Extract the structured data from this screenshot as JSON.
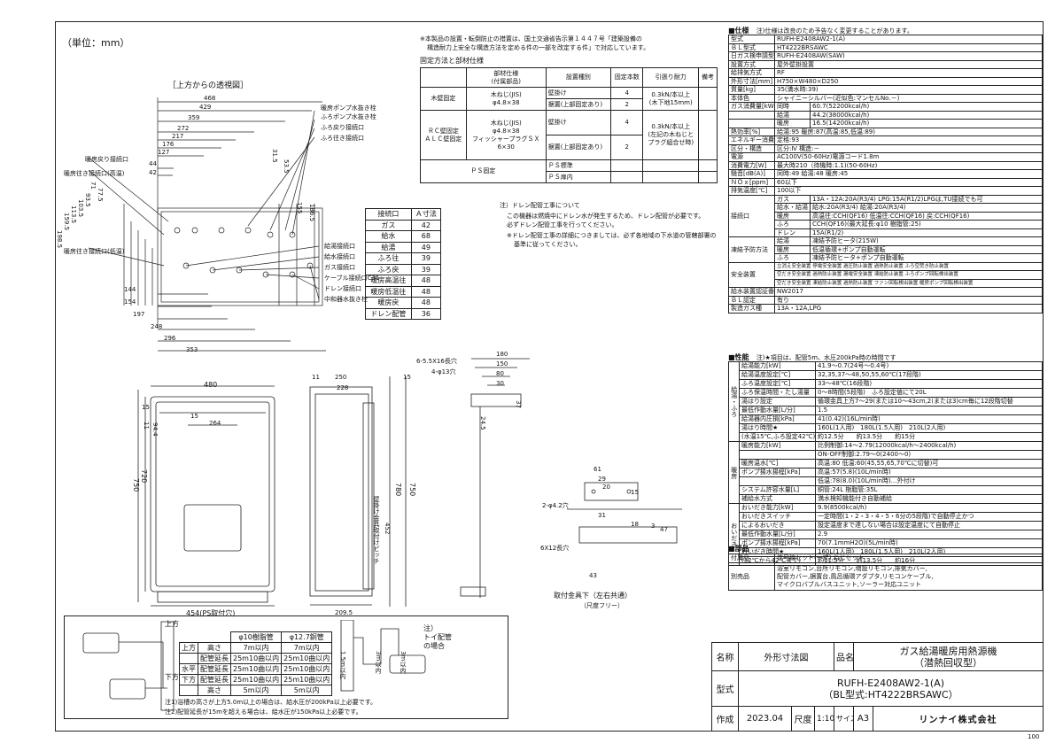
{
  "unit_label": "（単位：mm）",
  "note_top": {
    "line1": "※本製品の設置・転倒防止の措置は、国土交通省告示第１４４７号「建築設備の",
    "line2": "構造耐力上安全な構造方法を定める件の一部を改定する件」で対応しています。",
    "title": "固定方法と部材仕様"
  },
  "fix_table": {
    "headers": [
      "",
      "部材仕様\n(付属部品)",
      "設置種別",
      "固定本数",
      "引張り耐力",
      "備考"
    ],
    "rows": [
      {
        "type": "木壁固定",
        "spec": "木ねじ(JIS)\nφ4.8×38",
        "kind1": "壁掛け",
        "n1": "4",
        "kind2": "据置(上部固定あり)",
        "n2": "2",
        "force": "0.3kN/本以上\n(木下地15mm)"
      },
      {
        "type": "ＲＣ壁固定\nＡＬＣ壁固定",
        "spec": "木ねじ(JIS)\nφ4.8×38\nフィッシャープラグＳＸ\n6×30",
        "kind1": "壁掛け",
        "n1": "4",
        "kind2": "据置(上部固定あり)",
        "n2": "2",
        "force": "0.3kN/本以上\n(左記の木ねじと\nプラグ組合せ時)"
      },
      {
        "type": "ＰＳ固定",
        "kind1": "ＰＳ標準",
        "kind2": "ＰＳ扉内"
      }
    ]
  },
  "drain_note": {
    "l1": "注）ドレン配管工事について",
    "l2": "この機器は燃焼中にドレン水が発生するため、ドレン配管が必要です。",
    "l3": "必ずドレン配管工事を行ってください。",
    "l4": "※ドレン配管工事の詳細につきましては、必ず各地域の下水道の管轄部署の",
    "l5": "基準に従ってください。"
  },
  "top_view": {
    "title": "［上方からの透視図］",
    "widths": [
      "468",
      "429",
      "359",
      "272",
      "217",
      "176",
      "127",
      "44",
      "42"
    ],
    "bottom_widths": [
      "144",
      "154",
      "197",
      "248",
      "296",
      "353"
    ],
    "left_labels": [
      "暖房戻り接続口",
      "暖房往き接続口(高温)",
      "暖房往き接続口(低温)"
    ],
    "right_top_labels": [
      "暖房ポンプ水抜き栓",
      "ふろポンプ水抜き栓",
      "ふろ戻り接続口",
      "ふろ往き接続口"
    ],
    "right_bottom_labels": [
      "給湯接続口",
      "給水接続口",
      "ガス接続口",
      "ケーブル接続口C31",
      "ドレン接続口",
      "中和器水抜き栓"
    ],
    "heights": [
      "198.5",
      "159.5",
      "113.5",
      "103.5",
      "93.5",
      "71",
      "77.5",
      "31.5",
      "53.5",
      "155",
      "186.5"
    ]
  },
  "conn_table": {
    "headers": [
      "接続口",
      "Ａ寸法"
    ],
    "rows": [
      [
        "ガス",
        "42"
      ],
      [
        "給水",
        "68"
      ],
      [
        "給湯",
        "49"
      ],
      [
        "ふろ往",
        "39"
      ],
      [
        "ふろ戻",
        "39"
      ],
      [
        "暖房高温往",
        "48"
      ],
      [
        "暖房低温往",
        "48"
      ],
      [
        "暖房戻",
        "48"
      ],
      [
        "ドレン配管",
        "36"
      ]
    ]
  },
  "front_view": {
    "width": "480",
    "h_total": "750",
    "h_inner": "720",
    "dim_15": "15",
    "dim_11": "11",
    "dim_94": "94.4",
    "dim_264": "264",
    "dim_15b": "15",
    "ps": "454(PS取付穴)"
  },
  "side_view": {
    "d11": "11",
    "d250": "250",
    "d228": "228",
    "d15": "15",
    "h780": "780",
    "h750": "750",
    "pitch": "壁掛け金具取付けピッチ",
    "p452": "452",
    "d2095": "209.5"
  },
  "bracket": {
    "d180": "180",
    "d150": "150",
    "d80": "80",
    "d30": "30",
    "hole": "6-5.5X16長穴",
    "hole2": "4-φ13穴",
    "d245": "24.5",
    "d37": "37"
  },
  "bottom_bracket": {
    "d61": "61",
    "d29": "29",
    "d20": "20",
    "hole": "2-φ4.2穴",
    "d31": "31",
    "d15": "15",
    "d18": "18",
    "d3": "3",
    "d47": "47",
    "slot": "6X12長穴",
    "d43": "43",
    "caption": "取付金具下（左右共通）",
    "sub": "（尺度フリー）"
  },
  "pipe_table": {
    "h1": "φ10樹脂管",
    "h2": "φ12.7銅管",
    "rows": [
      [
        "上方",
        "高さ",
        "7m以内",
        "7m以内"
      ],
      [
        "",
        "配管延長",
        "25m10曲以内",
        "25m10曲以内"
      ],
      [
        "水平",
        "配管延長",
        "25m10曲以内",
        "25m10曲以内"
      ],
      [
        "下方",
        "配管延長",
        "25m10曲以内",
        "25m10曲以内"
      ],
      [
        "",
        "高さ",
        "5m以内",
        "5m以内"
      ]
    ],
    "side_upper": "上方",
    "side_lower": "下方",
    "note1": "注1)浴槽の高さが上方5.0m以上の場合は、給水圧が200kPa以上必要です。",
    "note2": "注2)配管延長が15mを超える場合は、給水圧が150kPa以上必要です。",
    "toi_note": "注）\nトイ配管\nの場合",
    "h1_5": "1.5m以内",
    "h3_a": "3m以内",
    "h3_b": "3m以内"
  },
  "spec": {
    "title": "■仕様",
    "note": "注)仕様は改良のため予告なく変更することがあります。",
    "rows": [
      [
        "型式",
        "RUFH-E2408AW2-1(A)"
      ],
      [
        "ＢＬ型式",
        "HT4222BRSAWC"
      ],
      [
        "日ガス検申請型式",
        "RUFH-E2408AW(SAW)"
      ],
      [
        "設置方式",
        "屋外壁掛設置"
      ],
      [
        "給排気方式",
        "RF"
      ],
      [
        "外形寸法[mm]",
        "H750×W480×D250"
      ],
      [
        "質量[kg]",
        "35(満水時:39)"
      ],
      [
        "本体色",
        "シャイニーシルバー(近似色:マンセルNo.－)"
      ],
      [
        "ガス消費量[kW]",
        "同時",
        "60.7(52200kcal/h)"
      ],
      [
        "",
        "給湯",
        "44.2(38000kcal/h)"
      ],
      [
        "",
        "暖房",
        "16.5(14200kcal/h)"
      ],
      [
        "熱効率[%]",
        "給湯:95 暖房:87(高温:85,低温:89)"
      ],
      [
        "エネルギー消費効率[%]",
        "定格:93"
      ],
      [
        "区分・構造",
        "区分:Ⅳ 構造:－"
      ],
      [
        "電源",
        "AC100V(50-60Hz)電源コード1.8m"
      ],
      [
        "消費電力[W]",
        "最大時210（待機時:1.1)(50-60Hz)"
      ],
      [
        "騒音[dB(A)]",
        "同時:49 給湯:48 暖房:45"
      ],
      [
        "ＮＯｘ[ppm]",
        "60以下"
      ],
      [
        "排気温度[℃]",
        "100以下"
      ]
    ],
    "connect_label": "接続口",
    "connect": [
      [
        "ガス",
        "13A・12A:20A(R3/4) LPG:15A(R1/2)LPGは,TU接続でも可"
      ],
      [
        "給水・給湯",
        "給水:20A(R3/4) 給湯:20A(R3/4)"
      ],
      [
        "暖房",
        "高温往:CCH(QF16) 低温往:CCH(QF16) 戻:CCH(QF16)"
      ],
      [
        "ふろ",
        "CCH(QF16)(最大延長:φ10 樹脂管:25)"
      ],
      [
        "ドレン",
        "15A(R1/2)"
      ]
    ],
    "freeze_label": "凍結予防方法",
    "freeze": [
      [
        "給湯",
        "凍結予防ヒータ(215W)"
      ],
      [
        "暖房",
        "低温循環+ポンプ自動運転"
      ],
      [
        "ふろ",
        "凍結予防ヒータ+ポンプ自動運転"
      ]
    ],
    "safety_label": "安全装置",
    "safety": [
      "立消え安全装置 停電安全装置 過圧防止装置 過熱防止装置 ふろ空焚き防止装置",
      "空だき安全装置 過熱防止装置 漏電安全装置 凍結防止装置 ふろポンプ回転検出装置",
      "空だき安全装置 凍結防止装置 過熱防止装置 ファン回転検出装置 暖房ポンプ回転検出装置"
    ],
    "tail": [
      [
        "給水装置認証番号",
        "NW2017"
      ],
      [
        "ＢＬ認定",
        "有り"
      ],
      [
        "製造ガス種",
        "13A・12A,LPG"
      ]
    ]
  },
  "perf": {
    "title": "■性能",
    "note": "注)★項目は、配管5m、水圧200kPa時の時間です",
    "kyuto_label": "給湯・ふろ",
    "kyuto": [
      [
        "給湯能力[kW]",
        "41.9～0.7(24号～0.4号)"
      ],
      [
        "給湯温度設定[℃]",
        "32,35,37～48,50,55,60℃(17段階)"
      ],
      [
        "ふろ温度設定[℃]",
        "33～48℃(16段階)"
      ],
      [
        "ふろ保温時間・たし湯量",
        "0～8時間(5段階)　ふろ設定値にて20L"
      ],
      [
        "湯はり設定",
        "循環金具上方7～29(または10～43cm,2(または3)cm毎に12段階切替"
      ],
      [
        "最低作動水量[L/分]",
        "1.5"
      ],
      [
        "給湯器内圧損[kPa]",
        "41(0.42)(16L/min時)"
      ],
      [
        "湯はり時間★",
        "160L(1人用)　180L(1.5人用)　210L(2人用)"
      ],
      [
        "(水温15℃,ふろ設定42℃)",
        "約12.5分　　約13.5分　　約15分"
      ]
    ],
    "heat_label": "暖房",
    "heat": [
      [
        "暖房能力[kW]",
        "比例制御:14～2.79(12000kcal/h～2400kcal/h)"
      ],
      [
        "",
        "ON-OFF制御:2.79～0(2400～0)"
      ],
      [
        "暖房温水[℃]",
        "高温:80 低温:60(45,55,65,70℃に切替)可"
      ],
      [
        "ポンプ揚水揚程[kPa]",
        "高温:57(5.8)(10L/min時)"
      ],
      [
        "",
        "低温:78(8.0)(10L/min時)…外付け"
      ],
      [
        "システム許容水量[L]",
        "銅管:24L 樹脂管:35L"
      ],
      [
        "補給水方式",
        "満水検知機能付き自動補給"
      ]
    ],
    "ocha_label": "おいだき",
    "ocha": [
      [
        "おいだき能力[kW]",
        "9.9(8500kcal/h)"
      ],
      [
        "おいだきスイッチ",
        "一定時間(1・2・3・4・5・6分の5段階)で自動停止かつ"
      ],
      [
        "によるおいだき",
        "設定温度まで達しない場合は設定温度にて自動停止"
      ],
      [
        "最低作動水量[L/分]",
        "2.9"
      ],
      [
        "ポンプ揚水揚程[kPa]",
        "70(7.1mmH2O)(5L/min時)"
      ],
      [
        "おいだき時間★",
        "160L(1人用)　180L(1.5人用)　210L(2人用)"
      ],
      [
        "(32℃から42℃まで)",
        "約11.5分　　約13.5分　　約16分"
      ]
    ]
  },
  "parts": {
    "title": "■部品",
    "rows": [
      [
        "付属品",
        "信号線セット(一式),ねじセット"
      ],
      [
        "別売品",
        "浴室リモコン,台所リモコン,増設リモコン,排気カバー,\n配管カバー,据置台,風呂循環アダプタ,リモコンケーブル,\nマイクロバブルバスユニット,ソーラー対応ユニット"
      ]
    ]
  },
  "title_block": {
    "name_label": "名称",
    "name": "外形寸法図",
    "product_label": "品名",
    "product": "ガス給湯暖房用熱源機\n（潜熱回収型）",
    "model_label": "型式",
    "model1": "RUFH-E2408AW2-1(A)",
    "model2": "（BL型式:HT4222BRSAWC）",
    "made_label": "作成",
    "date": "2023.04",
    "scale_label": "尺度",
    "scale": "1:10",
    "size_label": "サイズ",
    "size": "A3",
    "company": "リンナイ株式会社"
  },
  "page_number": "100"
}
